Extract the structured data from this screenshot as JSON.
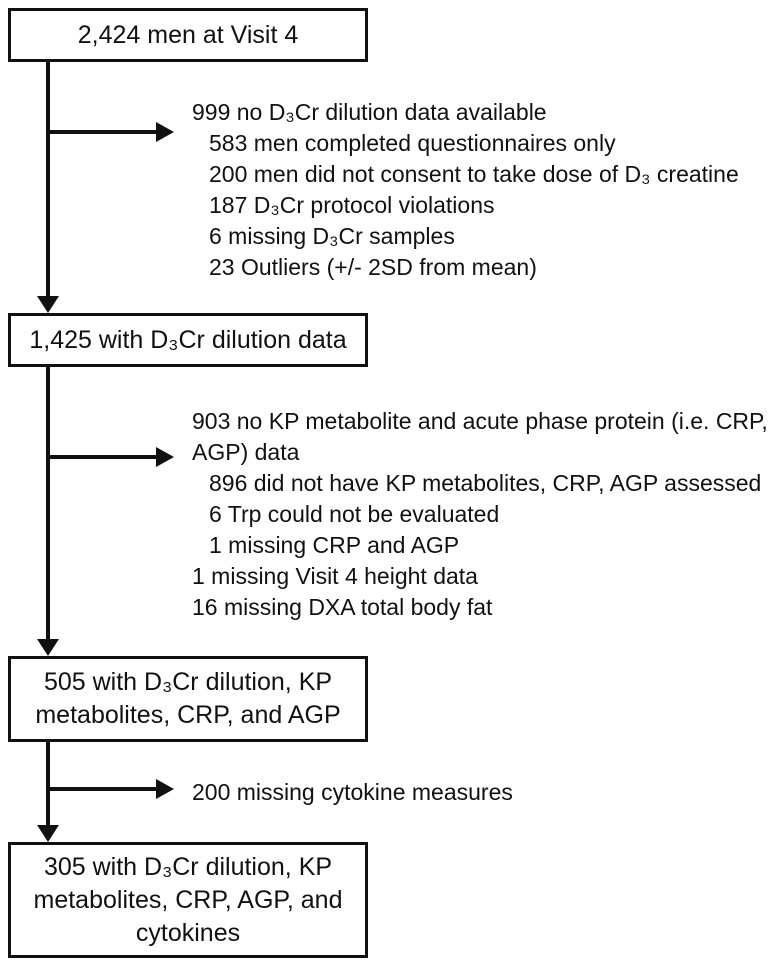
{
  "figure": {
    "background": "#ffffff",
    "ink_color": "#111111",
    "type": "participant-flow-diagram"
  },
  "boxes": [
    {
      "id": "visit4",
      "lines": [
        "2,424 men at Visit 4"
      ]
    },
    {
      "id": "d3cr",
      "lines": [
        "1,425 with D₃Cr dilution data"
      ]
    },
    {
      "id": "kp-crp-agp",
      "lines": [
        "505 with D₃Cr dilution, KP",
        "metabolites, CRP, and AGP"
      ]
    },
    {
      "id": "cytokines",
      "lines": [
        "305 with D₃Cr dilution, KP",
        "metabolites, CRP, AGP, and",
        "cytokines"
      ]
    }
  ],
  "exclusions": [
    {
      "lines": [
        {
          "text": "999 no D₃Cr dilution data available",
          "indent": 0
        },
        {
          "text": "583 men completed questionnaires only",
          "indent": 1
        },
        {
          "text": "200 men did not consent to take dose of D₃ creatine",
          "indent": 1
        },
        {
          "text": "187 D₃Cr protocol violations",
          "indent": 1
        },
        {
          "text": "6 missing D₃Cr samples",
          "indent": 1
        },
        {
          "text": "23 Outliers (+/- 2SD from mean)",
          "indent": 1
        }
      ]
    },
    {
      "lines": [
        {
          "text": "903 no KP metabolite and acute phase protein (i.e. CRP,",
          "indent": 0
        },
        {
          "text": "AGP) data",
          "indent": 0
        },
        {
          "text": "896 did not have KP metabolites, CRP, AGP assessed",
          "indent": 1
        },
        {
          "text": "6 Trp could not be evaluated",
          "indent": 1
        },
        {
          "text": "1 missing CRP and AGP",
          "indent": 1
        },
        {
          "text": "1 missing Visit 4 height data",
          "indent": 0
        },
        {
          "text": "16 missing DXA total body fat",
          "indent": 0
        }
      ]
    },
    {
      "lines": [
        {
          "text": "200 missing cytokine measures",
          "indent": 0
        }
      ]
    }
  ]
}
